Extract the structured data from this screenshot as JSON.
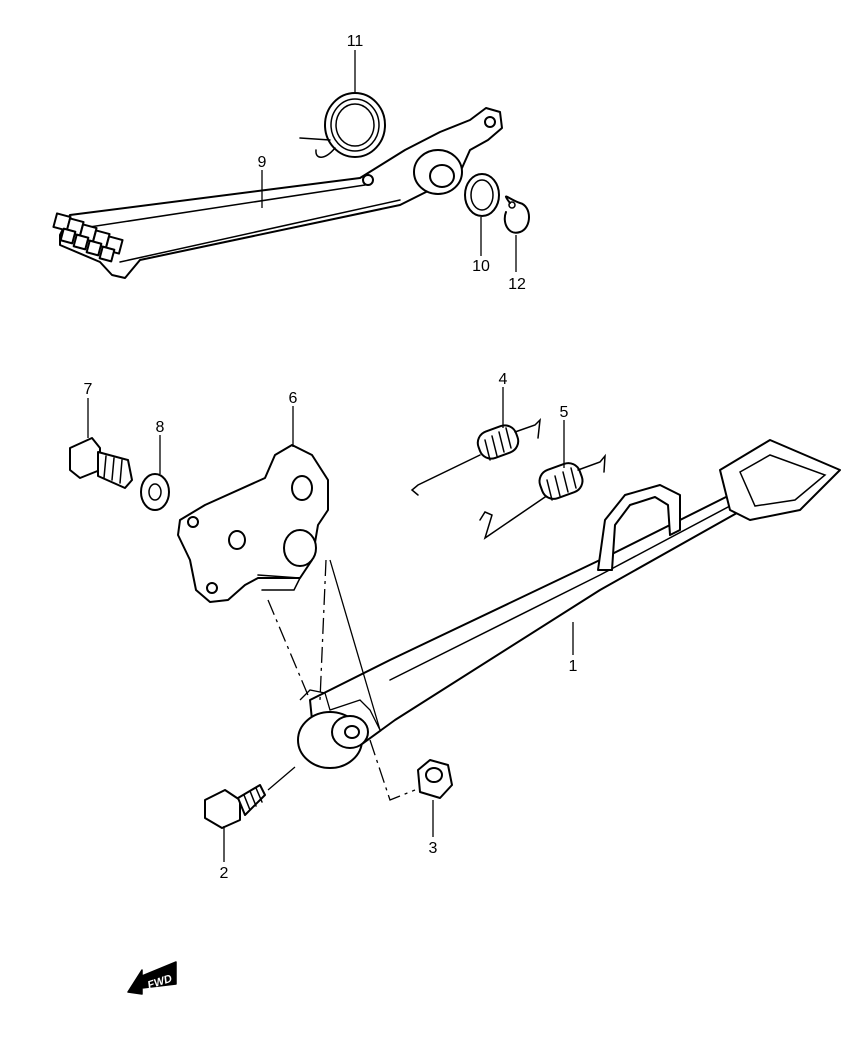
{
  "callouts": {
    "p1": "1",
    "p2": "2",
    "p3": "3",
    "p4": "4",
    "p5": "5",
    "p6": "6",
    "p7": "7",
    "p8": "8",
    "p9": "9",
    "p10": "10",
    "p11": "11",
    "p12": "12"
  },
  "fwd_indicator": {
    "label": "FWD"
  },
  "colors": {
    "line": "#000000",
    "background": "#ffffff"
  }
}
